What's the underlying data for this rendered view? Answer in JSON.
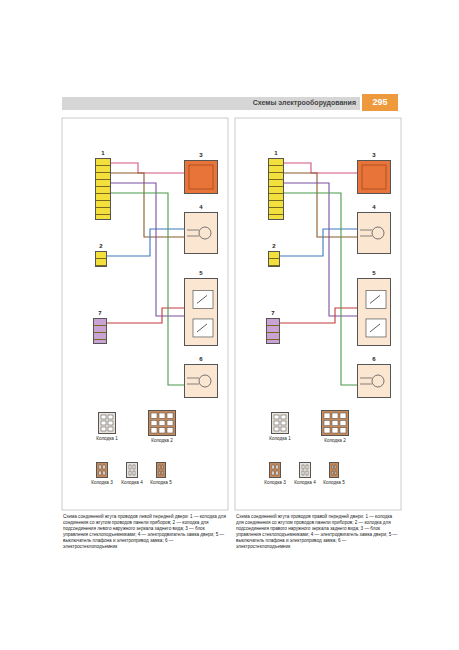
{
  "diagram": {
    "title": "Схемы электрооборудования",
    "caption": "Схема соединений жгута проводов левой передней двери: 1 — колодка для соединения со жгутом проводов панели приборов; 2 — колодка для подсоединения левого наружного зеркала заднего вида; 3 — блок управления стеклоподъемниками; 4 — электродвигатель замка двери; 5 — выключатель плафона и электропривод замка; 6 — электростеклоподъемник",
    "nodes": [
      {
        "text": [
          "1"
        ]
      },
      {
        "text": [
          "3"
        ]
      },
      {
        "text": [
          "4"
        ]
      },
      {
        "text": [
          "2"
        ]
      },
      {
        "text": [
          "5"
        ]
      },
      {
        "text": [
          "7"
        ]
      },
      {
        "text": [
          "6"
        ]
      },
      {
        "text": [
          "Колодка 1"
        ]
      },
      {
        "text": [
          "Колодка 2"
        ]
      },
      {
        "text": [
          "Колодка 3"
        ]
      },
      {
        "text": [
          "Колодка 4"
        ]
      },
      {
        "text": [
          "Колодка 5"
        ]
      },
      {
        "text": [
          "1"
        ]
      },
      {
        "text": [
          "3"
        ]
      },
      {
        "text": [
          "4"
        ]
      },
      {
        "text": [
          "2"
        ]
      },
      {
        "text": [
          "5"
        ]
      },
      {
        "text": [
          "7"
        ]
      },
      {
        "text": [
          "6"
        ]
      },
      {
        "text": [
          "Колодка 1"
        ]
      },
      {
        "text": [
          "Колодка 2"
        ]
      },
      {
        "text": [
          "Колодка 3"
        ]
      },
      {
        "text": [
          "Колодка 4"
        ]
      },
      {
        "text": [
          "Колодка 5"
        ]
      }
    ],
    "edges": [
      {
        "from": 0,
        "to": 1,
        "arrow": "none"
      },
      {
        "from": 0,
        "to": 2,
        "arrow": "none"
      },
      {
        "from": 3,
        "to": 2,
        "arrow": "none"
      },
      {
        "from": 0,
        "to": 4,
        "arrow": "none"
      },
      {
        "from": 5,
        "to": 4,
        "arrow": "none"
      },
      {
        "from": 0,
        "to": 6,
        "arrow": "none"
      },
      {
        "from": 12,
        "to": 13,
        "arrow": "none"
      },
      {
        "from": 12,
        "to": 14,
        "arrow": "none"
      },
      {
        "from": 15,
        "to": 14,
        "arrow": "none"
      },
      {
        "from": 12,
        "to": 16,
        "arrow": "none"
      },
      {
        "from": 17,
        "to": 16,
        "arrow": "none"
      },
      {
        "from": 12,
        "to": 18,
        "arrow": "none"
      }
    ],
    "labels": [
      "295",
      "Схема соединений жгута проводов правой передней двери: 1 — колодка для соединения со жгутом проводов панели приборов; 2 — колодка для подсоединения правого наружного зеркала заднего вида; 3 — блок управления стеклоподъемниками; 4 — электродвигатель замка двери; 5 — выключатель плафона и электропривод замка; 6 — электростеклоподъемник"
    ]
  }
}
